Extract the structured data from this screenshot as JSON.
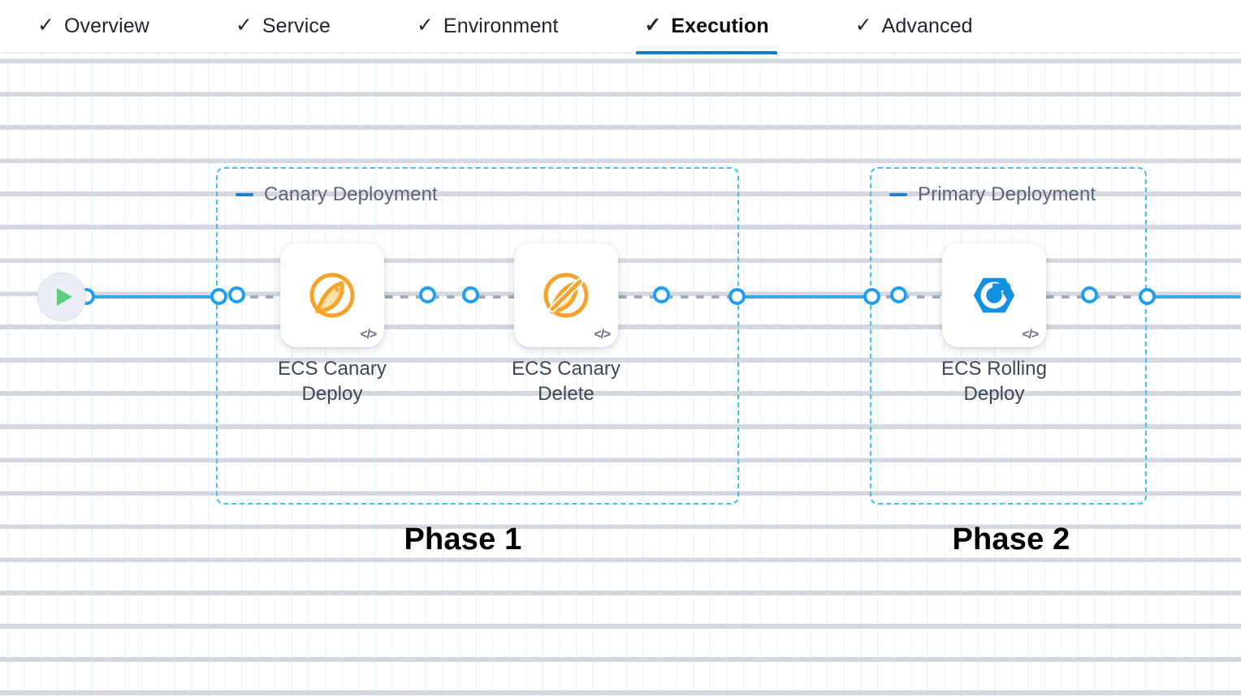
{
  "tabs": [
    {
      "label": "Overview",
      "icon": "check-icon",
      "check": "✓",
      "active": false
    },
    {
      "label": "Service",
      "icon": "check-icon",
      "check": "✓",
      "active": false
    },
    {
      "label": "Environment",
      "icon": "check-icon",
      "check": "✓",
      "active": false
    },
    {
      "label": "Execution",
      "icon": "check-icon",
      "check": "✓",
      "active": true
    },
    {
      "label": "Advanced",
      "icon": "check-icon",
      "check": "✓",
      "active": false
    }
  ],
  "canvas": {
    "start_node": {
      "icon": "play-icon",
      "name": "start-node"
    },
    "groups": [
      {
        "title": "Canary Deployment",
        "collapse_icon": "minus-icon"
      },
      {
        "title": "Primary Deployment",
        "collapse_icon": "minus-icon"
      }
    ],
    "steps": [
      {
        "label": "ECS Canary Deploy",
        "icon": "canary-bird-icon",
        "badge": "</>",
        "color": "#f7a32b"
      },
      {
        "label": "ECS Canary Delete",
        "icon": "canary-bird-slashed-icon",
        "badge": "</>",
        "color": "#f7a32b"
      },
      {
        "label": "ECS Rolling Deploy",
        "icon": "rolling-deploy-icon",
        "badge": "</>",
        "color": "#1190e0"
      }
    ],
    "phase_captions": [
      {
        "text": "Phase 1"
      },
      {
        "text": "Phase 2"
      }
    ]
  },
  "colors": {
    "accent_blue": "#0b7ad1",
    "edge_blue": "#2cabf0",
    "group_border": "#3ec1f5",
    "canary_orange": "#f7a32b",
    "ecs_blue": "#1190e0",
    "play_green": "#5fce82",
    "dashed_gray": "#a3a9b8"
  }
}
